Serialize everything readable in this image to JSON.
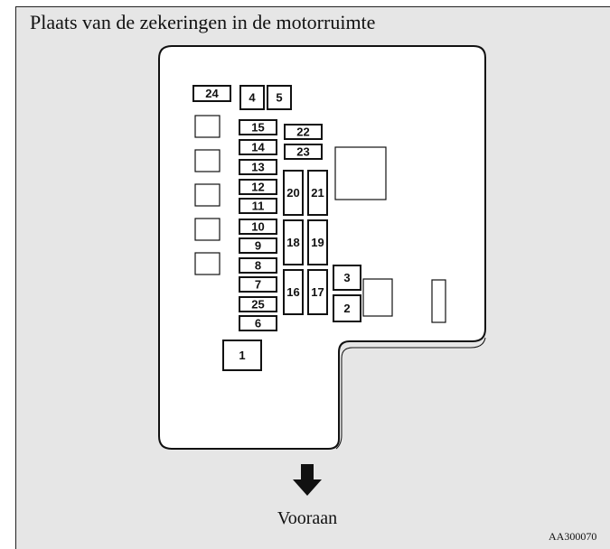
{
  "title": "Plaats van de zekeringen in de motorruimte",
  "direction_label": "Vooraan",
  "image_code": "AA300070",
  "fuses": [
    {
      "label": "24"
    },
    {
      "label": "4"
    },
    {
      "label": "5"
    },
    {
      "label": "15"
    },
    {
      "label": "14"
    },
    {
      "label": "13"
    },
    {
      "label": "12"
    },
    {
      "label": "11"
    },
    {
      "label": "10"
    },
    {
      "label": "9"
    },
    {
      "label": "8"
    },
    {
      "label": "7"
    },
    {
      "label": "25"
    },
    {
      "label": "6"
    },
    {
      "label": "22"
    },
    {
      "label": "23"
    },
    {
      "label": "20"
    },
    {
      "label": "21"
    },
    {
      "label": "18"
    },
    {
      "label": "19"
    },
    {
      "label": "16"
    },
    {
      "label": "17"
    },
    {
      "label": "3"
    },
    {
      "label": "2"
    },
    {
      "label": "1"
    }
  ],
  "colors": {
    "background": "#e6e6e6",
    "box_fill": "#ffffff",
    "stroke": "#111111"
  }
}
